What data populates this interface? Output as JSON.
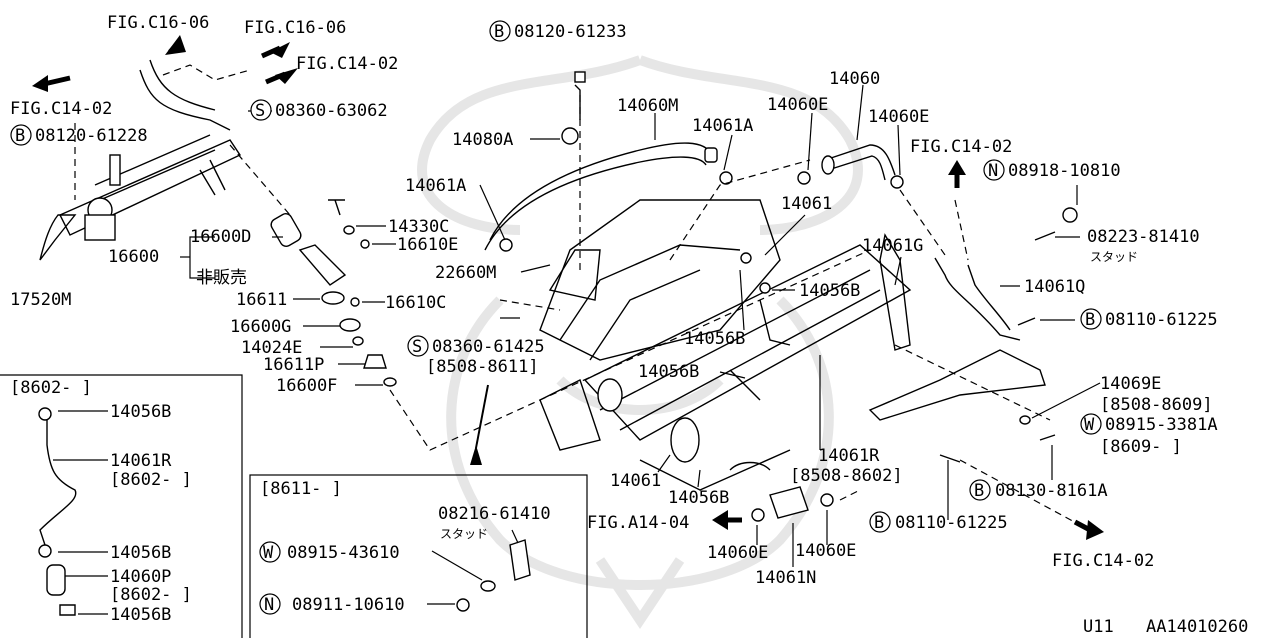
{
  "labels": {
    "fig_c16_06_a": "FIG.C16-06",
    "fig_c16_06_b": "FIG.C16-06",
    "fig_c14_02_top": "FIG.C14-02",
    "fig_c14_02_left": "FIG.C14-02",
    "b_08120_61228": "08120-61228",
    "s_08360_63062": "08360-63062",
    "b_08120_61233": "08120-61233",
    "p_14060m": "14060M",
    "p_14060": "14060",
    "p_14080a": "14080A",
    "p_14061a_top": "14061A",
    "p_14060e_top1": "14060E",
    "p_14060e_top2": "14060E",
    "fig_c14_02_right": "FIG.C14-02",
    "n_08918_10810": "08918-10810",
    "p_14061a_left": "14061A",
    "p_14061_top": "14061",
    "p_14330c": "14330C",
    "p_16600d": "16600D",
    "p_16610e": "16610E",
    "p_16600": "16600",
    "p_nonsale": "非販売",
    "p_22660m": "22660M",
    "p_14061g": "14061G",
    "p_08223_81410": "08223-81410",
    "p_stud1": "スタッド",
    "p_17520m": "17520M",
    "p_16611": "16611",
    "p_16610c": "16610C",
    "p_14056b_mid": "14056B",
    "p_14061q": "14061Q",
    "p_16600g": "16600G",
    "b_08110_61225_r": "08110-61225",
    "p_14024e": "14024E",
    "s_08360_61425": "08360-61425",
    "p_14056b_2": "14056B",
    "p_range_8508_8611": "[8508-8611]",
    "p_16611p": "16611P",
    "p_14056b_3": "14056B",
    "p_16600f": "16600F",
    "box1_header": "[8602-   ]",
    "p_14056b_box1a": "14056B",
    "p_14069e": "14069E",
    "p_range_8508_8609": "[8508-8609]",
    "w_08915_3381a": "08915-3381A",
    "p_range_8609": "[8609-   ]",
    "p_14061r_box": "14061R",
    "p_range_8602_box": "[8602-   ]",
    "p_14061r": "14061R",
    "p_range_8508_8602": "[8508-8602]",
    "p_14061_bottom": "14061",
    "b_08130_8161a": "08130-8161A",
    "box2_header": "[8611-   ]",
    "p_14056b_bottom": "14056B",
    "p_08216_61410": "08216-61410",
    "p_stud2": "スタッド",
    "fig_a14_04": "FIG.A14-04",
    "b_08110_61225_b": "08110-61225",
    "w_08915_43610": "08915-43610",
    "p_14060e_b1": "14060E",
    "p_14060e_b2": "14060E",
    "p_14056b_box1b": "14056B",
    "p_14060p": "14060P",
    "p_range_8602_b": "[8602-   ]",
    "p_14061n": "14061N",
    "fig_c14_02_br": "FIG.C14-02",
    "n_08911_10610": "08911-10610",
    "p_14056b_box1c": "14056B",
    "footer_model": "U11",
    "footer_code": "AA14010260"
  },
  "prefixes": {
    "b": "B",
    "s": "S",
    "n": "N",
    "w": "W"
  }
}
